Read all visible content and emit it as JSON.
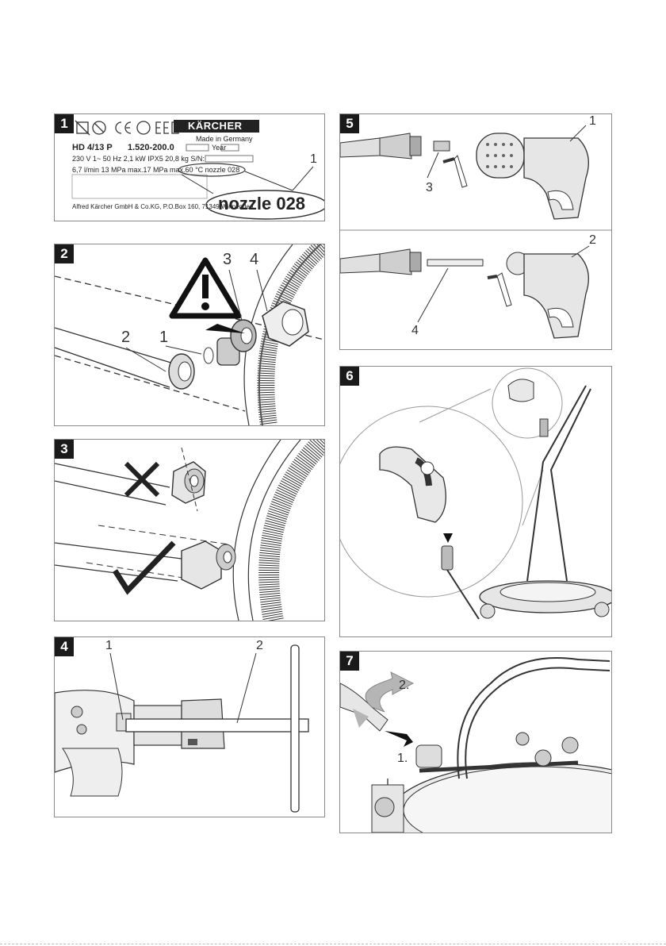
{
  "panels": [
    {
      "number": "1",
      "callouts": [
        "1"
      ]
    },
    {
      "number": "2",
      "callouts": [
        "3",
        "4",
        "2",
        "1"
      ]
    },
    {
      "number": "3",
      "callouts": []
    },
    {
      "number": "4",
      "callouts": [
        "1",
        "2"
      ]
    },
    {
      "number": "5",
      "callouts": [
        "1",
        "3",
        "2",
        "4"
      ]
    },
    {
      "number": "6",
      "callouts": []
    },
    {
      "number": "7",
      "callouts": [
        "2.",
        "1."
      ]
    }
  ],
  "type_plate": {
    "brand": "KÄRCHER",
    "made_in": "Made in Germany",
    "model": "HD 4/13 P",
    "part_number": "1.520-200.0",
    "year_label": "Year",
    "specs_line1": "230 V 1~ 50 Hz  2,1 kW  IPX5 20,8 kg  S/N:",
    "specs_line2": "6,7 l/min  13 MPa  max.17 MPa  max.60 °C  nozzle 028",
    "manufacturer": "Alfred Kärcher GmbH & Co.KG, P.O.Box 160, 71349 Winnenden",
    "nozzle_zoom": "nozzle 028"
  },
  "colors": {
    "border": "#8a8a8a",
    "badge": "#1a1a1a",
    "line": "#333333",
    "fill": "#e6e6e6",
    "arrow_grey": "#b5b5b5"
  }
}
